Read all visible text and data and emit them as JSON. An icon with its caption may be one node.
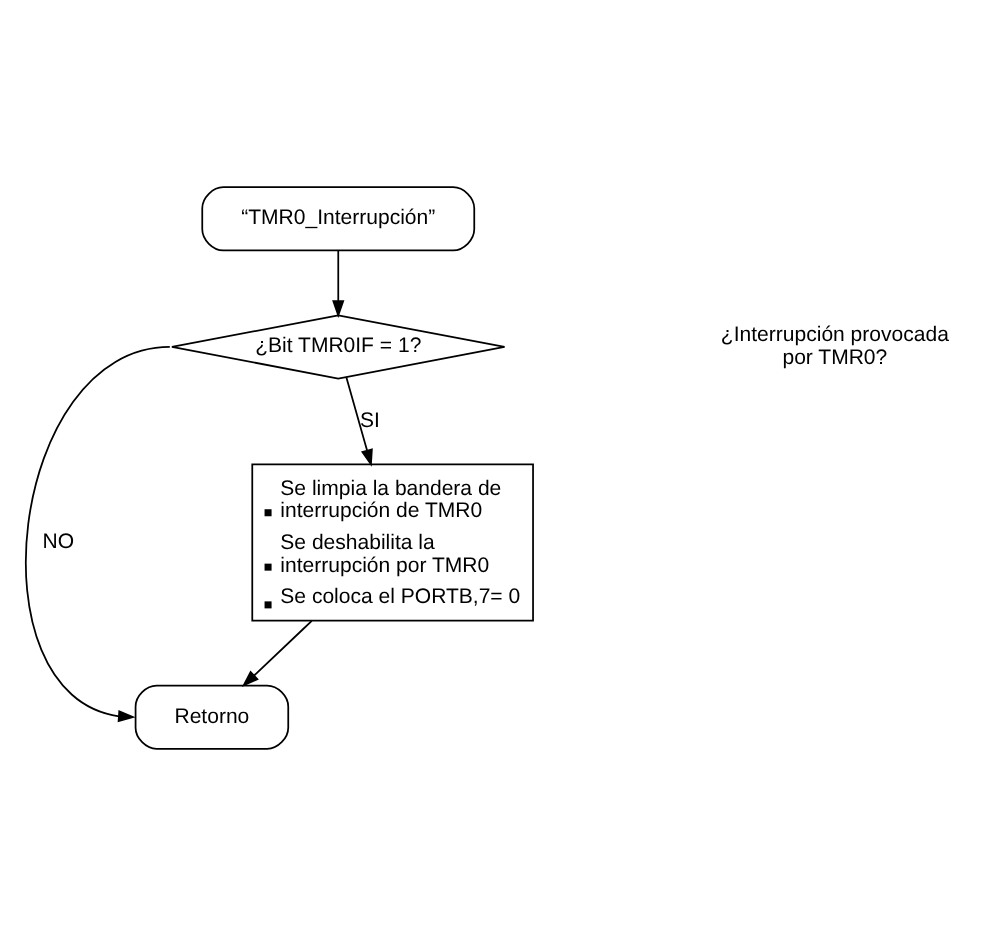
{
  "diagram": {
    "nodes": [
      {
        "text": [
          "“TMR0_Interrupción”"
        ]
      },
      {
        "text": [
          "¿Bit TMR0IF = 1?"
        ]
      },
      {
        "text": [
          "Se limpia la bandera de interrupción de TMR0",
          "Se deshabilita la interrupción por TMR0",
          "Se coloca el PORTB,7= 0"
        ]
      },
      {
        "text": [
          "Retorno"
        ]
      }
    ],
    "edges": [
      {
        "from": 0,
        "to": 1,
        "arrow": "to"
      },
      {
        "from": 1,
        "to": 2,
        "arrow": "to",
        "label": "SI"
      },
      {
        "from": 1,
        "to": 3,
        "arrow": "to",
        "label": "NO"
      },
      {
        "from": 2,
        "to": 3,
        "arrow": "to"
      }
    ],
    "labels": [
      "¿Interrupción provocada por TMR0?"
    ]
  }
}
